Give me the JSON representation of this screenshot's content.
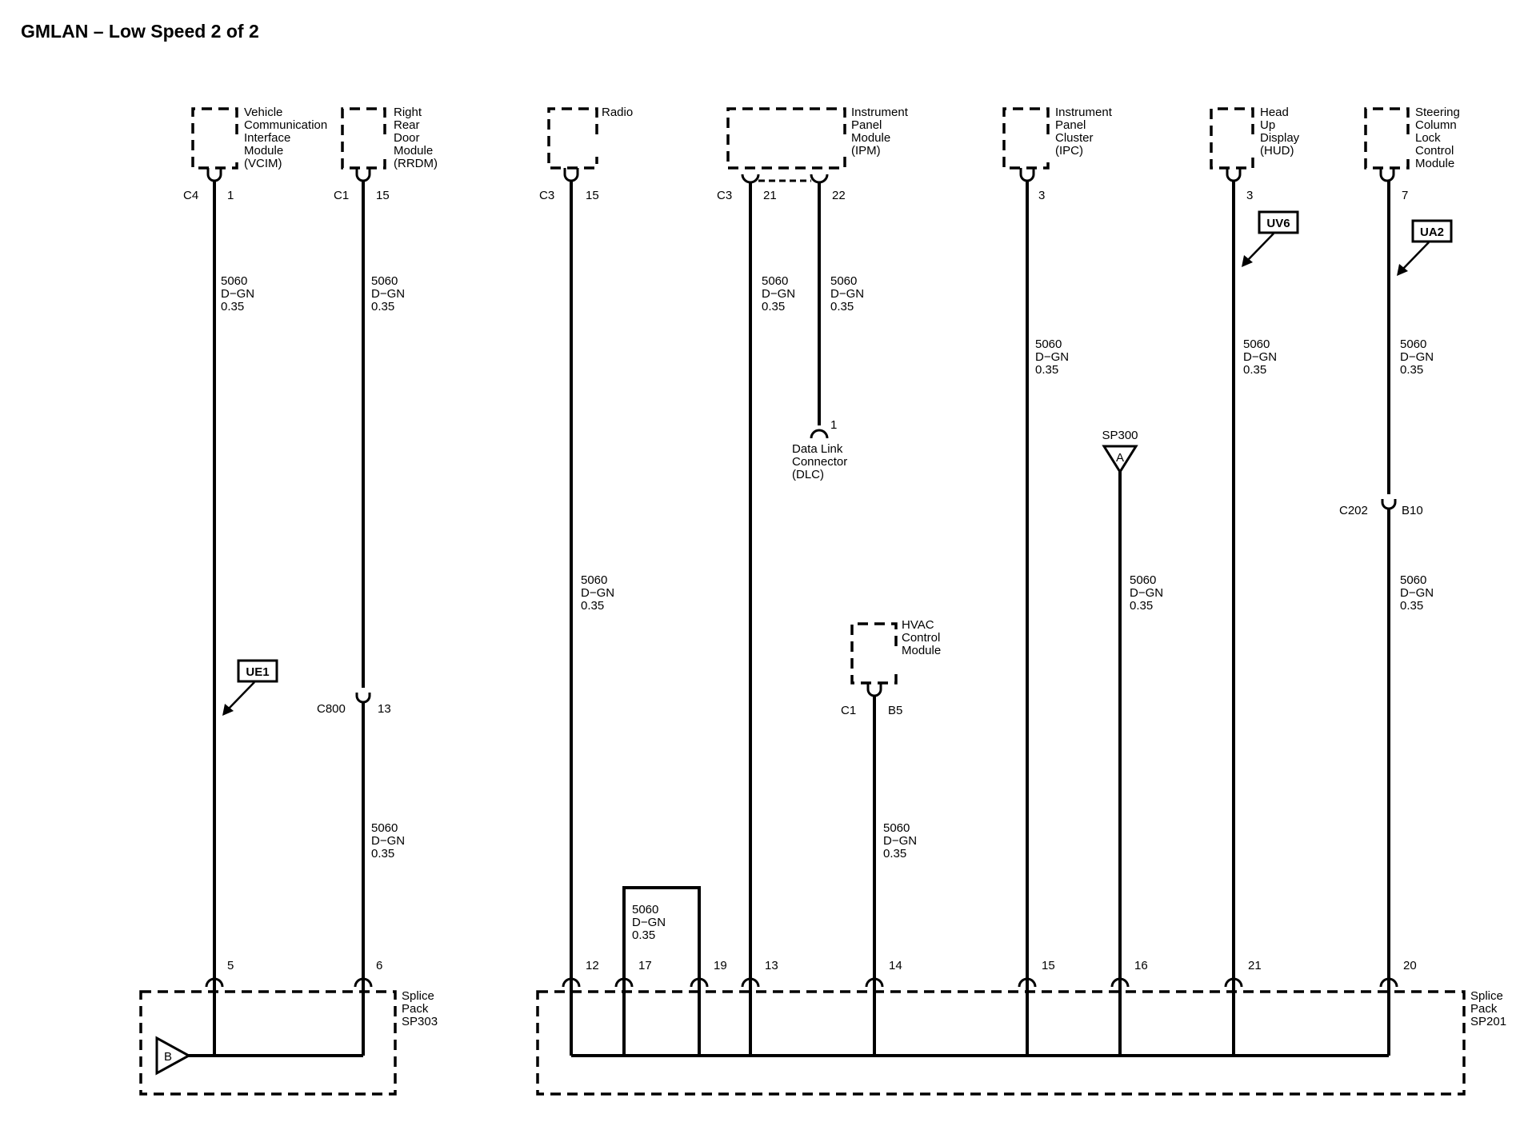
{
  "title": "GMLAN – Low Speed 2 of 2",
  "wire": {
    "circuit": "5060",
    "color": "D−GN",
    "gauge": "0.35"
  },
  "modules": {
    "vcim": [
      "Vehicle",
      "Communication",
      "Interface",
      "Module",
      "(VCIM)"
    ],
    "rrdm": [
      "Right",
      "Rear",
      "Door",
      "Module",
      "(RRDM)"
    ],
    "radio": [
      "Radio"
    ],
    "ipm": [
      "Instrument",
      "Panel",
      "Module",
      "(IPM)"
    ],
    "ipc": [
      "Instrument",
      "Panel",
      "Cluster",
      "(IPC)"
    ],
    "hud": [
      "Head",
      "Up",
      "Display",
      "(HUD)"
    ],
    "sclcm": [
      "Steering",
      "Column",
      "Lock",
      "Control",
      "Module"
    ],
    "hvac": [
      "HVAC",
      "Control",
      "Module"
    ],
    "dlc": [
      "Data Link",
      "Connector",
      "(DLC)"
    ]
  },
  "connectors": {
    "vcim": {
      "conn": "C4",
      "pin": "1"
    },
    "rrdm": {
      "conn": "C1",
      "pin": "15"
    },
    "radio": {
      "conn": "C3",
      "pin": "15"
    },
    "ipm": {
      "conn": "C3",
      "pin_a": "21",
      "pin_b": "22"
    },
    "ipc": {
      "pin": "3"
    },
    "hud": {
      "pin": "3"
    },
    "sclcm": {
      "pin": "7"
    },
    "dlc": {
      "pin": "1"
    },
    "hvac": {
      "conn": "C1",
      "pin": "B5"
    },
    "c800": {
      "conn": "C800",
      "pin": "13"
    },
    "c202": {
      "conn": "C202",
      "pin": "B10"
    }
  },
  "options": {
    "ue1": "UE1",
    "uv6": "UV6",
    "ua2": "UA2"
  },
  "splices": {
    "sp303": {
      "label": [
        "Splice",
        "Pack",
        "SP303"
      ],
      "pins": [
        "5",
        "6"
      ],
      "tag": "B"
    },
    "sp201": {
      "label": [
        "Splice",
        "Pack",
        "SP201"
      ],
      "pins": [
        "12",
        "17",
        "19",
        "13",
        "14",
        "15",
        "16",
        "21",
        "20"
      ]
    },
    "sp300": {
      "label": "SP300",
      "tag": "A"
    }
  }
}
